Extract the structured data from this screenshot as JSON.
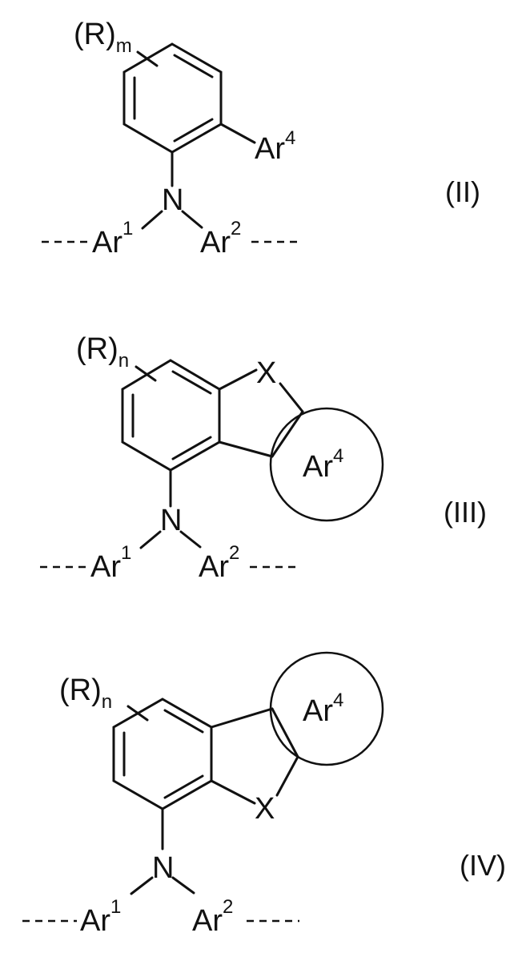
{
  "structures": [
    {
      "id": "II",
      "label": "(II)",
      "substituent": "(R)",
      "substituent_index": "m",
      "n_atom": "N",
      "ar1": "Ar",
      "ar1_sup": "1",
      "ar2": "Ar",
      "ar2_sup": "2",
      "ar4": "Ar",
      "ar4_sup": "4"
    },
    {
      "id": "III",
      "label": "(III)",
      "substituent": "(R)",
      "substituent_index": "n",
      "x_atom": "X",
      "n_atom": "N",
      "ar1": "Ar",
      "ar1_sup": "1",
      "ar2": "Ar",
      "ar2_sup": "2",
      "ar4": "Ar",
      "ar4_sup": "4"
    },
    {
      "id": "IV",
      "label": "(IV)",
      "substituent": "(R)",
      "substituent_index": "n",
      "x_atom": "X",
      "n_atom": "N",
      "ar1": "Ar",
      "ar1_sup": "1",
      "ar2": "Ar",
      "ar2_sup": "2",
      "ar4": "Ar",
      "ar4_sup": "4"
    }
  ]
}
